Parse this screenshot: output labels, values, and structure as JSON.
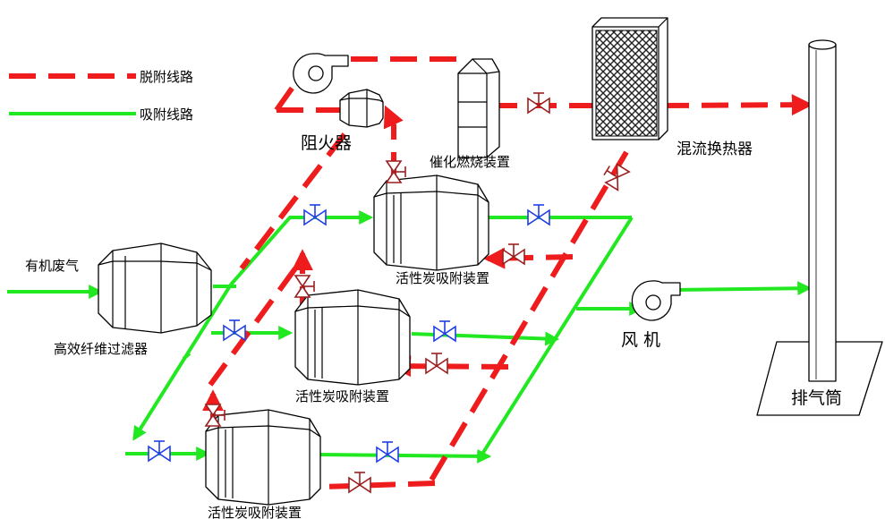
{
  "legend": {
    "desorption_label": "脱附线路",
    "adsorption_label": "吸附线路"
  },
  "labels": {
    "organic_waste_gas": "有机废气",
    "filter": "高效纤维过滤器",
    "ac_adsorber_1": "活性炭吸附装置",
    "ac_adsorber_2": "活性炭吸附装置",
    "ac_adsorber_3": "活性炭吸附装置",
    "flame_arrester": "阻火器",
    "catalytic_combustion": "催化燃烧装置",
    "heat_exchanger": "混流换热器",
    "fan": "风 机",
    "stack": "排气筒"
  },
  "colors": {
    "desorption_line": "#ee1c1c",
    "adsorption_line": "#22e822",
    "adsorption_valve": "#1f3fe6",
    "desorption_valve": "#9b1f1f"
  }
}
